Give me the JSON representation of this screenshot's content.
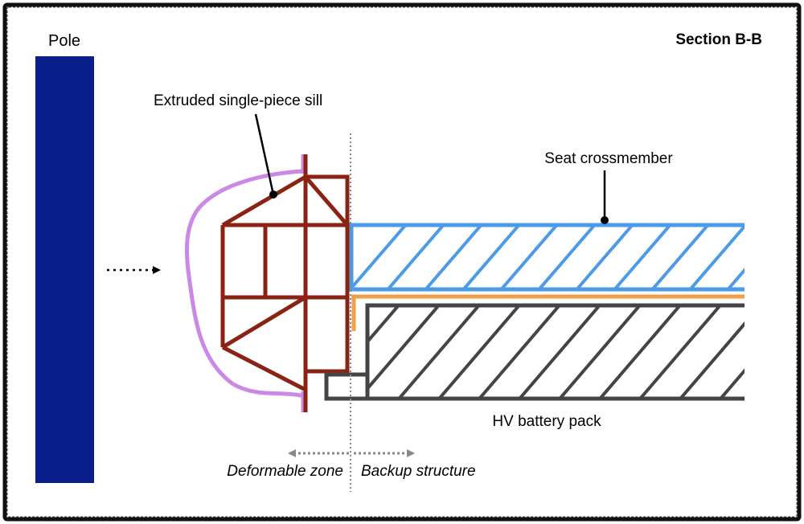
{
  "labels": {
    "pole": "Pole",
    "section": "Section B-B",
    "sill": "Extruded single-piece sill",
    "crossmember": "Seat crossmember",
    "battery": "HV battery pack",
    "deformable_zone": "Deformable zone",
    "backup_structure": "Backup structure"
  },
  "colors": {
    "pole": "#0a1f8a",
    "sill": "#8b2314",
    "outer_panel": "#cc88e6",
    "crossmember": "#4b9be8",
    "battery": "#444444",
    "interface": "#f0a04a",
    "divider": "#888888",
    "frame": "#111111"
  }
}
